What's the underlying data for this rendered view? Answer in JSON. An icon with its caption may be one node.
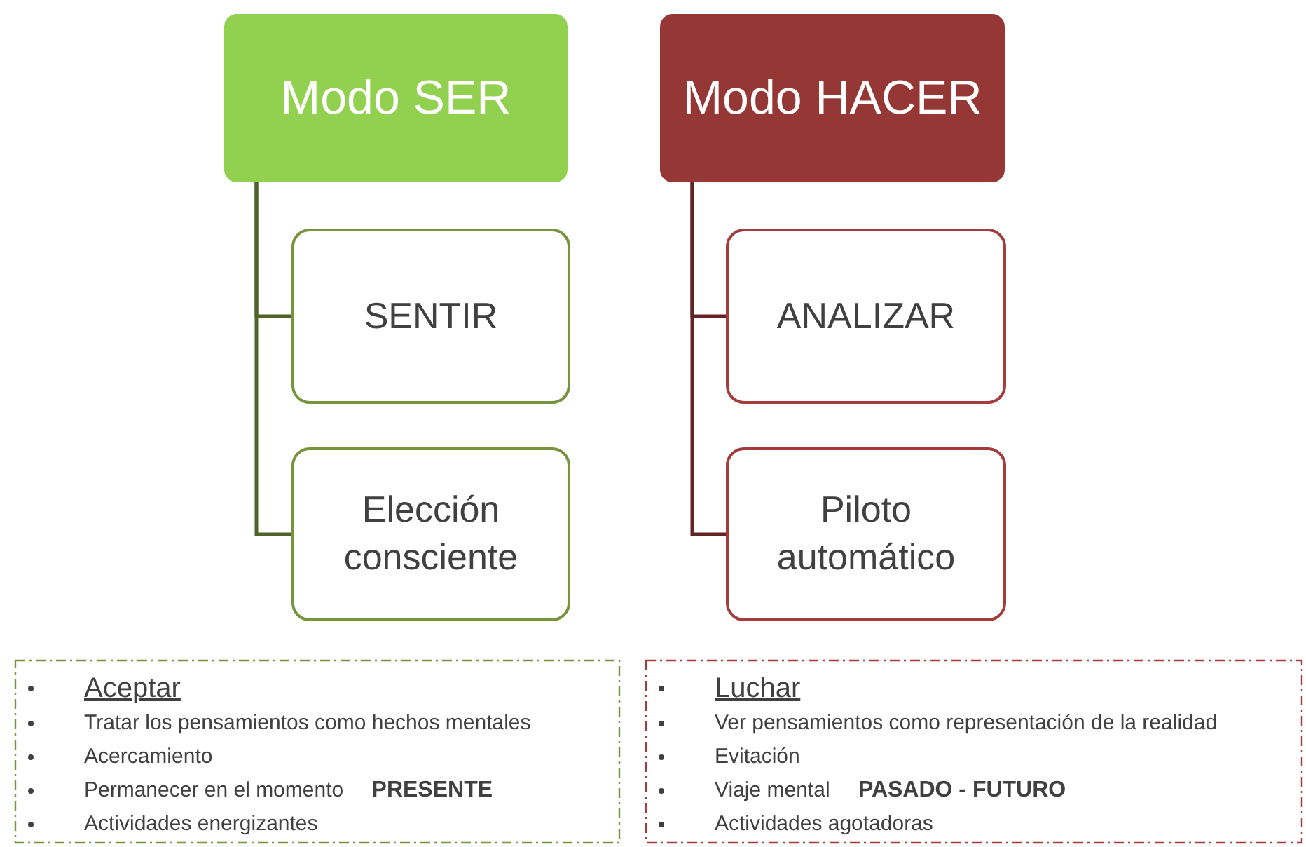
{
  "diagram": {
    "nodes": [
      {
        "text": [
          "Modo SER"
        ]
      },
      {
        "text": [
          "SENTIR"
        ]
      },
      {
        "text": [
          "Elección consciente"
        ]
      },
      {
        "text": [
          "Modo HACER"
        ]
      },
      {
        "text": [
          "ANALIZAR"
        ]
      },
      {
        "text": [
          "Piloto automático"
        ]
      },
      {
        "text": [
          "Aceptar",
          "Tratar los pensamientos como hechos mentales",
          "Acercamiento",
          "Permanecer en el momento **PRESENTE**",
          "Actividades energizantes"
        ]
      },
      {
        "text": [
          "Luchar",
          "Ver pensamientos como representación de la realidad",
          "Evitación",
          "Viaje mental **PASADO - FUTURO**",
          "Actividades agotadoras"
        ]
      }
    ],
    "edges": [
      {
        "from": 0,
        "to": 1,
        "arrow": "none",
        "color": "#4f6228"
      },
      {
        "from": 0,
        "to": 2,
        "arrow": "none",
        "color": "#4f6228"
      },
      {
        "from": 3,
        "to": 4,
        "arrow": "none",
        "color": "#632523"
      },
      {
        "from": 3,
        "to": 5,
        "arrow": "none",
        "color": "#632523"
      }
    ]
  }
}
